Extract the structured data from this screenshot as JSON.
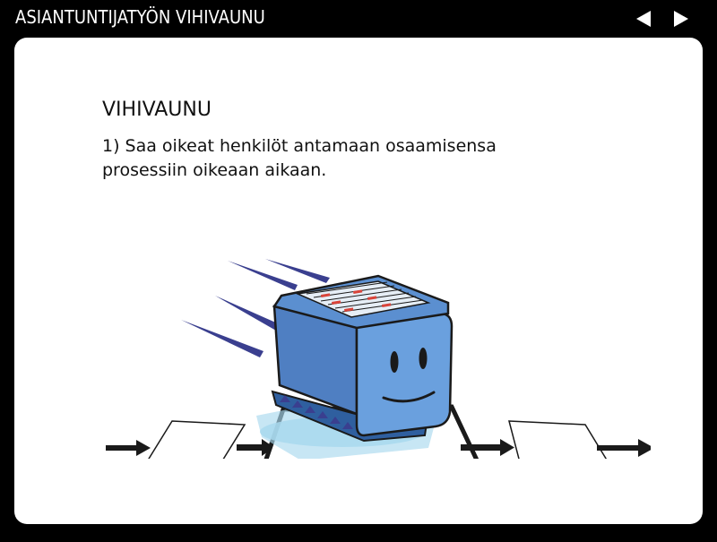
{
  "header": {
    "title": "ASIANTUNTIJATYÖN VIHIVAUNU",
    "prev_icon": "triangle-left-icon",
    "next_icon": "triangle-right-icon"
  },
  "slide": {
    "heading": "VIHIVAUNU",
    "text": "1) Saa oikeat henkilöt antamaan osaamisensa prosessiin oikeaan aikaan."
  },
  "illustration": {
    "icon": "mascot-cart-illustration"
  },
  "colors": {
    "background": "#000000",
    "card": "#ffffff",
    "mascot_blue": "#5b8fd0",
    "speed_lines": "#3a3f8f",
    "shadow": "#a9d9ee"
  }
}
